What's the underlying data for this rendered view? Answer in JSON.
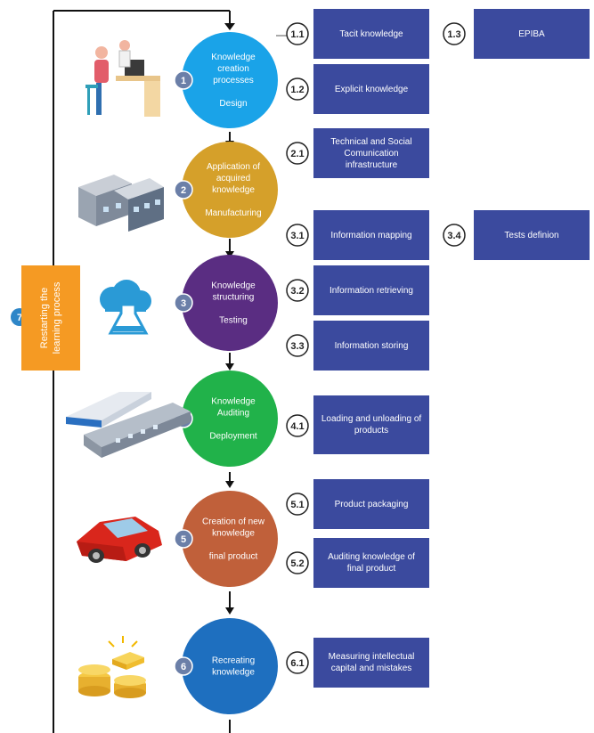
{
  "stages": [
    {
      "number": "1",
      "lines": [
        "Knowledge",
        "creation",
        "processes"
      ],
      "sub": "Design",
      "color": "#1aa3e8"
    },
    {
      "number": "2",
      "lines": [
        "Application of",
        "acquired",
        "knowledge"
      ],
      "sub": "Manufacturing",
      "color": "#d5a02a"
    },
    {
      "number": "3",
      "lines": [
        "Knowledge",
        "structuring"
      ],
      "sub": "Testing",
      "color": "#5a2d82"
    },
    {
      "number": "4",
      "lines": [
        "Knowledge",
        "Auditing"
      ],
      "sub": "Deployment",
      "color": "#21b24a"
    },
    {
      "number": "5",
      "lines": [
        "Creation of new",
        "knowledge"
      ],
      "sub": "final product",
      "color": "#c0603a"
    },
    {
      "number": "6",
      "lines": [
        "Recreating",
        "knowledge"
      ],
      "sub": "",
      "color": "#1e6fbf"
    }
  ],
  "boxes": [
    {
      "code": "1.1",
      "label": "Tacit knowledge"
    },
    {
      "code": "1.3",
      "label": "EPIBA"
    },
    {
      "code": "1.2",
      "label": "Explicit knowledge"
    },
    {
      "code": "2.1",
      "label": "Technical and Social Comunication infrastructure"
    },
    {
      "code": "3.1",
      "label": "Information mapping"
    },
    {
      "code": "3.4",
      "label": "Tests definion"
    },
    {
      "code": "3.2",
      "label": "Information retrieving"
    },
    {
      "code": "3.3",
      "label": "Information storing"
    },
    {
      "code": "4.1",
      "label": "Loading and unloading of products"
    },
    {
      "code": "5.1",
      "label": "Product packaging"
    },
    {
      "code": "5.2",
      "label": "Auditing knowledge of final product"
    },
    {
      "code": "6.1",
      "label": "Measuring intellectual capital and mistakes"
    }
  ],
  "restart": {
    "number": "7",
    "label": "Restarting the learning process"
  },
  "colors": {
    "box": "#3b4a9e",
    "badge": "#6b7fa8",
    "restart": "#f59a23",
    "restart_badge": "#2e86c8"
  },
  "icons": [
    "office-worker-icon",
    "factory-building-icon",
    "lab-flask-cloud-icon",
    "train-station-icon",
    "red-car-icon",
    "gold-coins-icon"
  ]
}
